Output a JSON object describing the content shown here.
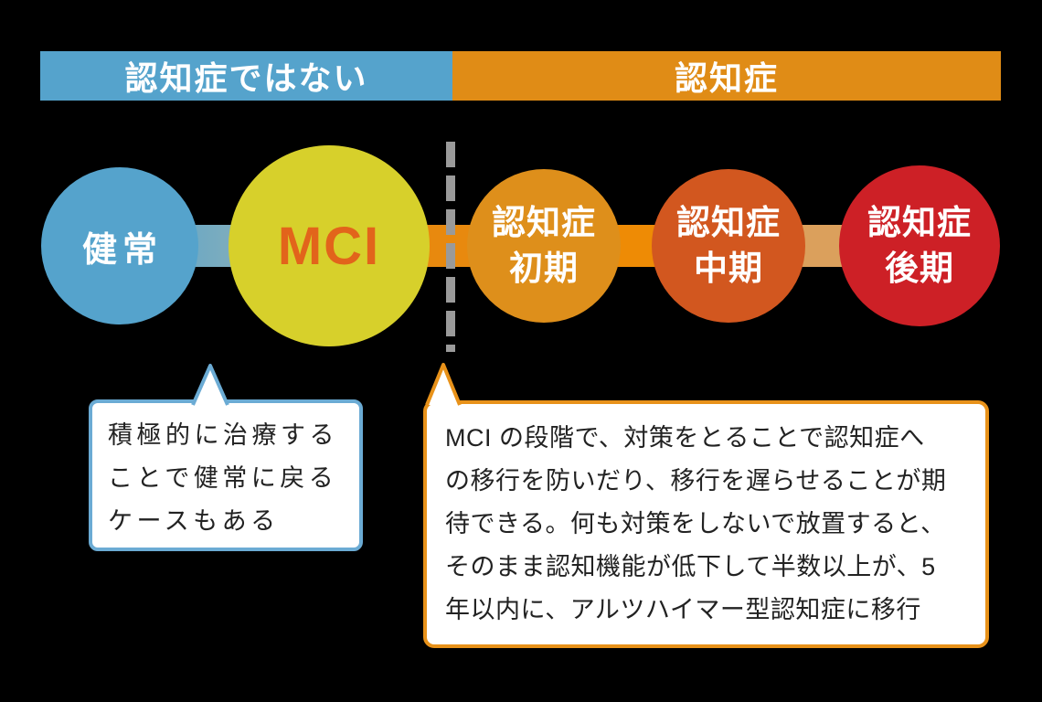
{
  "header": {
    "left_label": "認知症ではない",
    "right_label": "認知症",
    "left_color": "#55a3cc",
    "right_color": "#e08c16"
  },
  "stages": [
    {
      "label": "健常",
      "color": "#55a3cc",
      "text_color": "#ffffff"
    },
    {
      "label": "MCI",
      "color": "#d7d02b",
      "text_color": "#e2641b"
    },
    {
      "lines": [
        "認知症",
        "初期"
      ],
      "color": "#de8f1b",
      "text_color": "#ffffff"
    },
    {
      "lines": [
        "認知症",
        "中期"
      ],
      "color": "#d2571f",
      "text_color": "#ffffff"
    },
    {
      "lines": [
        "認知症",
        "後期"
      ],
      "color": "#cd2026",
      "text_color": "#ffffff"
    }
  ],
  "divider": {
    "style": "dashed-vertical",
    "color": "#9a9a9a"
  },
  "callouts": {
    "left": {
      "border_color": "#6babd4",
      "points_to": "MCI",
      "lines": [
        "積極的に治療する",
        "ことで健常に戻る",
        "ケースもある"
      ]
    },
    "right": {
      "border_color": "#e8921a",
      "points_to": "認知症初期との境界",
      "lines": [
        "MCI の段階で、対策をとることで認知症へ",
        "の移行を防いだり、移行を遅らせることが期",
        "待できる。何も対策をしないで放置すると、",
        "そのまま認知機能が低下して半数以上が、5",
        "年以内に、アルツハイマー型認知症に移行"
      ]
    }
  }
}
